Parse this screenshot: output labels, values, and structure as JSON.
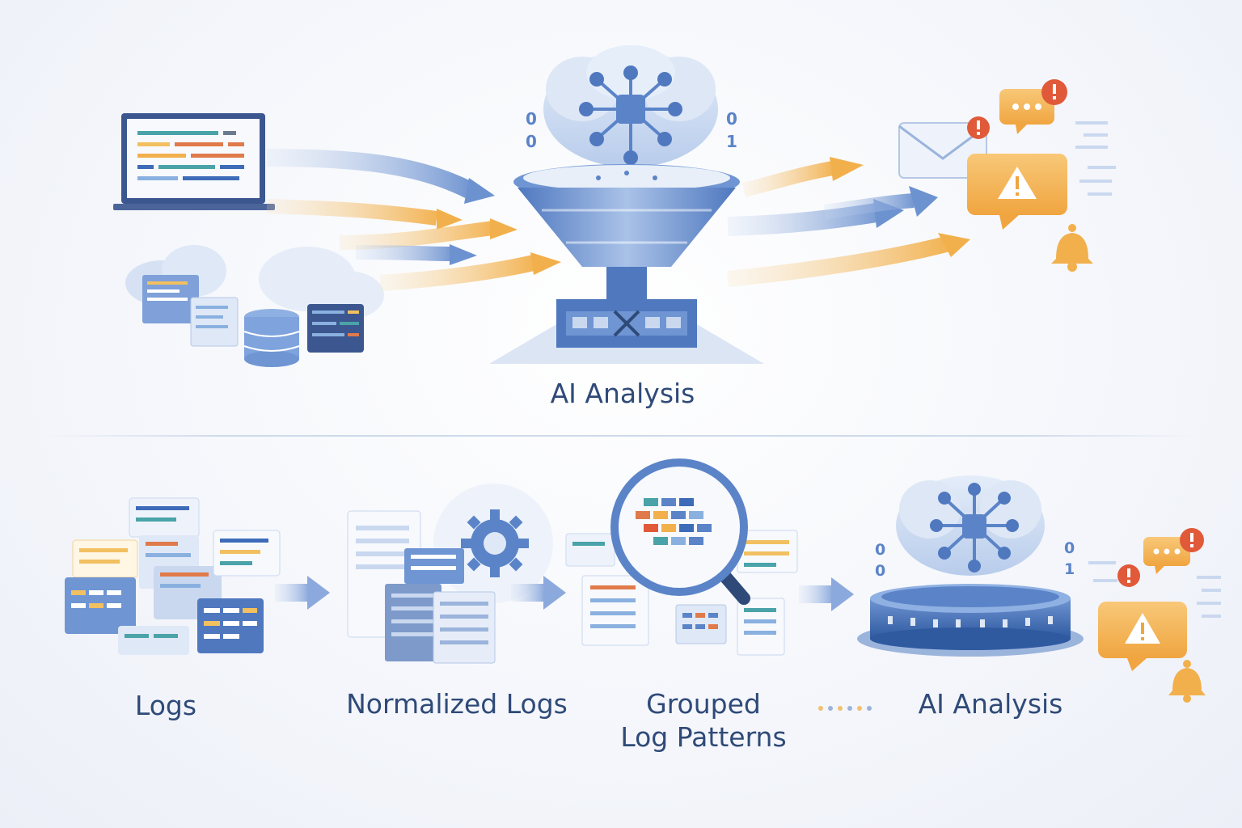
{
  "top_panel": {
    "stage_label": "AI Analysis",
    "binary_left": [
      "0",
      "0"
    ],
    "binary_right": [
      "0",
      "1"
    ],
    "sources": [
      "laptop-icon",
      "cloud-icon",
      "log-document-icon",
      "database-icon",
      "server-icon"
    ],
    "outputs": [
      "envelope-icon",
      "chat-alert-icon",
      "warning-icon",
      "bell-icon"
    ]
  },
  "pipeline": {
    "stages": [
      {
        "label": "Logs"
      },
      {
        "label": "Normalized Logs"
      },
      {
        "label_line1": "Grouped",
        "label_line2": "Log Patterns"
      },
      {
        "label": "AI Analysis"
      }
    ],
    "binary_left": [
      "0",
      "0"
    ],
    "binary_right": [
      "0",
      "1"
    ],
    "dot_colors": [
      "#f0c070",
      "#9db3d9",
      "#f0c070",
      "#9db3d9",
      "#f0c070",
      "#9db3d9"
    ]
  },
  "colors": {
    "primary_blue": "#5b84c8",
    "dark_blue": "#2f4a78",
    "light_blue": "#c9d8ef",
    "orange": "#f2b04c",
    "red_alert": "#e05a3a",
    "label_text": "#2f4a78"
  }
}
